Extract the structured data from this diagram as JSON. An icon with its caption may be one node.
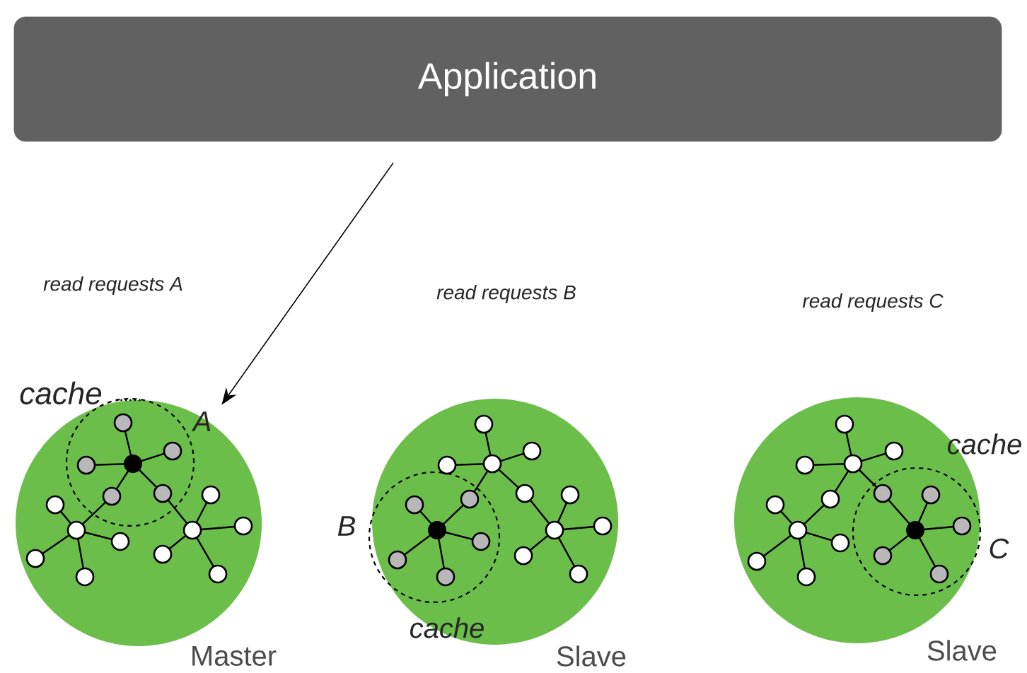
{
  "diagram": {
    "nodes": [
      {
        "text": [
          "Application"
        ]
      },
      {
        "text": [],
        "shape": "circle",
        "beside": [
          "Master"
        ]
      },
      {
        "text": [],
        "shape": "circle",
        "beside": [
          "Slave"
        ]
      },
      {
        "text": [],
        "shape": "circle",
        "beside": [
          "Slave"
        ]
      }
    ],
    "edges": [
      {
        "from": 0,
        "to": 1,
        "arrow": "to"
      }
    ],
    "labels": [
      "read requests A",
      "read requests B",
      "read requests C",
      "cache",
      "A",
      "B",
      "cache",
      "cache",
      "C"
    ]
  }
}
